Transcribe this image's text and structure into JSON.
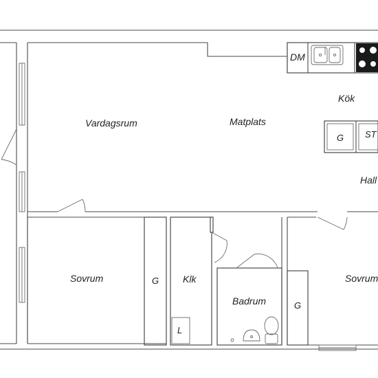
{
  "plan": {
    "rooms": {
      "vardagsrum": "Vardagsrum",
      "matplats": "Matplats",
      "kok": "Kök",
      "hall": "Hall",
      "sovrum_left": "Sovrum",
      "sovrum_right": "Sovrum",
      "badrum": "Badrum",
      "klk": "Klk"
    },
    "fixtures": {
      "dishwasher": "DM",
      "stove_text": "ST",
      "wardrobe_kitchen": "G",
      "wardrobe_left": "G",
      "wardrobe_right": "G",
      "linen": "L"
    },
    "colors": {
      "wall_stroke": "#4a4a4a",
      "stove_top": "#1a1a1a"
    }
  }
}
